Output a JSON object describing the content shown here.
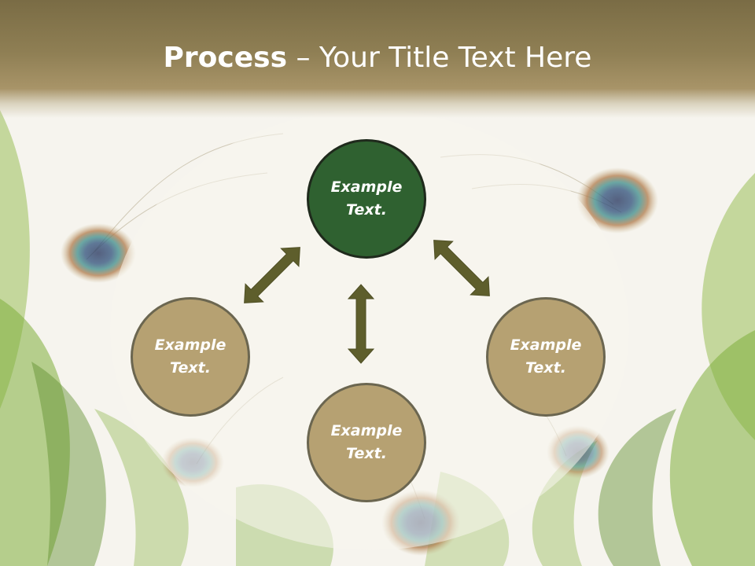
{
  "title": {
    "bold": "Process",
    "rest": " – Your Title Text Here"
  },
  "nodes": {
    "top": "Example Text.",
    "left": "Example Text.",
    "right": "Example Text.",
    "bottom": "Example Text."
  },
  "colors": {
    "title_bar": "#8f7f54",
    "circle_tan": "#b6a172",
    "circle_green": "#2f6130",
    "arrow": "#5e5e2c"
  }
}
